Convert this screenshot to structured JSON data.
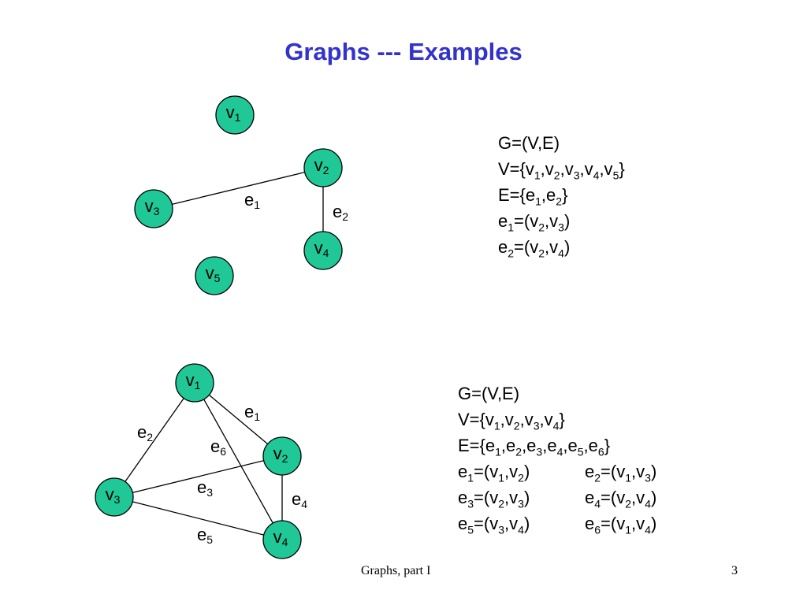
{
  "title": "Graphs --- Examples",
  "colors": {
    "title": "#3333cc",
    "node_fill": "#1fc896",
    "node_stroke": "#000000"
  },
  "graph1": {
    "nodes": [
      {
        "id": "v1",
        "base": "v",
        "sub": "1"
      },
      {
        "id": "v2",
        "base": "v",
        "sub": "2"
      },
      {
        "id": "v3",
        "base": "v",
        "sub": "3"
      },
      {
        "id": "v4",
        "base": "v",
        "sub": "4"
      },
      {
        "id": "v5",
        "base": "v",
        "sub": "5"
      }
    ],
    "edges": [
      {
        "id": "e1",
        "base": "e",
        "sub": "1",
        "from": "v2",
        "to": "v3"
      },
      {
        "id": "e2",
        "base": "e",
        "sub": "2",
        "from": "v2",
        "to": "v4"
      }
    ],
    "definition": [
      "G=(V,E)",
      "V={v1,v2,v3,v4,v5}",
      "E={e1,e2}",
      "e1=(v2,v3)",
      "e2=(v2,v4)"
    ]
  },
  "graph2": {
    "nodes": [
      {
        "id": "v1",
        "base": "v",
        "sub": "1"
      },
      {
        "id": "v2",
        "base": "v",
        "sub": "2"
      },
      {
        "id": "v3",
        "base": "v",
        "sub": "3"
      },
      {
        "id": "v4",
        "base": "v",
        "sub": "4"
      }
    ],
    "edges": [
      {
        "id": "e1",
        "base": "e",
        "sub": "1",
        "from": "v1",
        "to": "v2"
      },
      {
        "id": "e2",
        "base": "e",
        "sub": "2",
        "from": "v1",
        "to": "v3"
      },
      {
        "id": "e3",
        "base": "e",
        "sub": "3",
        "from": "v2",
        "to": "v3"
      },
      {
        "id": "e4",
        "base": "e",
        "sub": "4",
        "from": "v2",
        "to": "v4"
      },
      {
        "id": "e5",
        "base": "e",
        "sub": "5",
        "from": "v3",
        "to": "v4"
      },
      {
        "id": "e6",
        "base": "e",
        "sub": "6",
        "from": "v1",
        "to": "v4"
      }
    ],
    "definition": [
      [
        "G=(V,E)"
      ],
      [
        "V={v1,v2,v3,v4}"
      ],
      [
        "E={e1,e2,e3,e4,e5,e6}"
      ],
      [
        "e1=(v1,v2)",
        "e2=(v1,v3)"
      ],
      [
        "e3=(v2,v3)",
        "e4=(v2,v4)"
      ],
      [
        "e5=(v3,v4)",
        "e6=(v1,v4)"
      ]
    ]
  },
  "footer": {
    "text": "Graphs, part I",
    "page": "3"
  }
}
